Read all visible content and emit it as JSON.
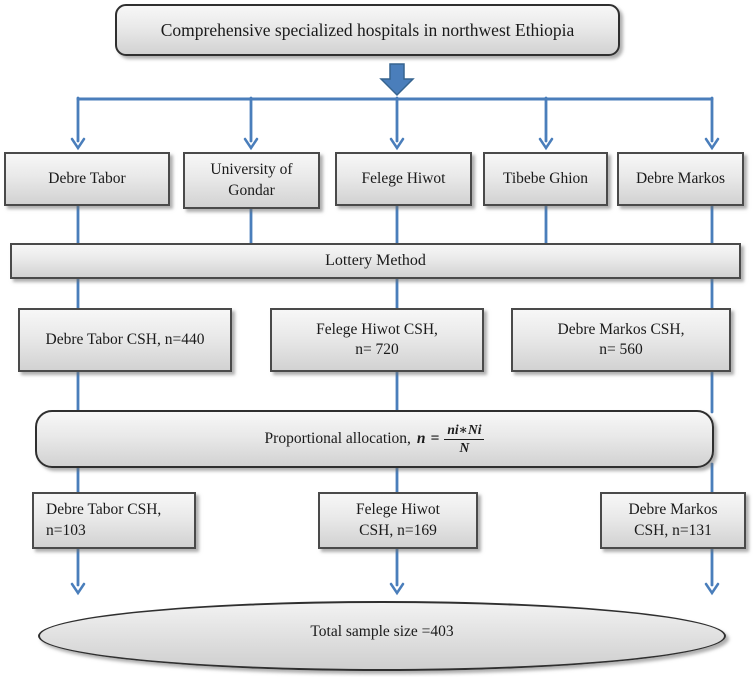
{
  "diagram": {
    "top_box": "Comprehensive specialized hospitals in northwest Ethiopia",
    "hospitals": [
      "Debre Tabor",
      "University of Gondar",
      "Felege Hiwot",
      "Tibebe Ghion",
      "Debre Markos"
    ],
    "lottery": "Lottery Method",
    "selected": [
      {
        "l1": "Debre Tabor CSH, n=440",
        "l2": ""
      },
      {
        "l1": "Felege Hiwot CSH,",
        "l2": "n= 720"
      },
      {
        "l1": "Debre Markos CSH,",
        "l2": "n= 560"
      }
    ],
    "allocation": {
      "label": "Proportional allocation,",
      "lhs": "n",
      "eq": "=",
      "numerator": "ni∗Ni",
      "denominator": "N"
    },
    "samples": [
      {
        "l1": "Debre Tabor CSH,",
        "l2": "n=103"
      },
      {
        "l1": "Felege Hiwot",
        "l2": "CSH, n=169"
      },
      {
        "l1": "Debre Markos",
        "l2": "CSH, n=131"
      }
    ],
    "total": "Total sample size =403",
    "colors": {
      "connector_blue": "#4a7ebb",
      "box_border": "#3f3f3f"
    }
  }
}
